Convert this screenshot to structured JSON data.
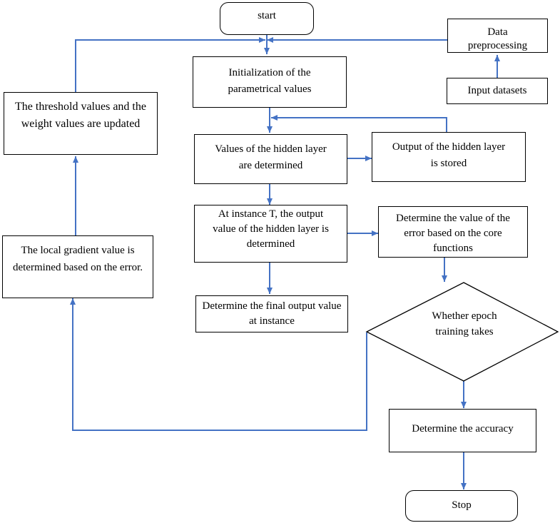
{
  "nodes": {
    "start": "start",
    "data_preprocessing": "Data preprocessing",
    "input_datasets": "Input datasets",
    "initialization": "Initialization of the parametrical values",
    "threshold_update": "The threshold values and the weight values are updated",
    "hidden_values": "Values of the hidden layer are determined",
    "hidden_stored": "Output of the hidden layer is stored",
    "instance_t": "At instance T, the output value of the hidden layer is determined",
    "error_value": "Determine the value of the error based on the core functions",
    "local_gradient": "The local gradient value is determined based on the error.",
    "final_output": "Determine the final output value at instance",
    "decision": "Whether epoch training takes",
    "accuracy": "Determine the accuracy",
    "stop": "Stop"
  },
  "colors": {
    "arrow": "#4472C4",
    "border": "#000000",
    "background": "#FFFFFF"
  }
}
